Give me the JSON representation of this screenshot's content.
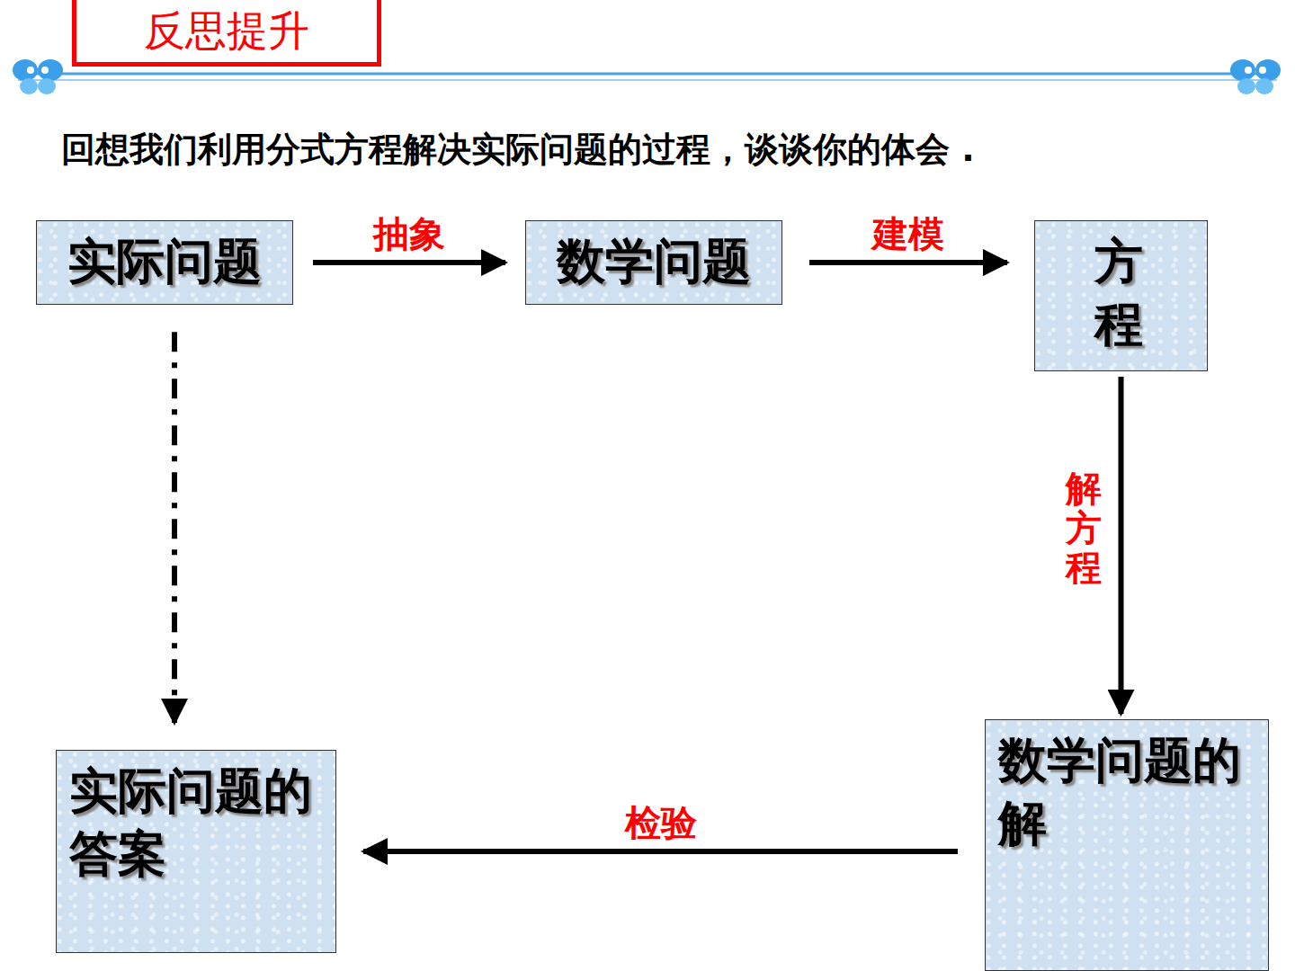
{
  "diagram": {
    "title": "反思提升",
    "nodes": [
      {
        "text": [
          "实际问题"
        ]
      },
      {
        "text": [
          "数学问题"
        ]
      },
      {
        "text": [
          "方程"
        ]
      },
      {
        "text": [
          "数学问题的解"
        ]
      },
      {
        "text": [
          "实际问题的答案"
        ]
      }
    ],
    "edges": [
      {
        "from": 0,
        "to": 1,
        "label": "抽象",
        "arrow": "to"
      },
      {
        "from": 1,
        "to": 2,
        "label": "建模",
        "arrow": "to"
      },
      {
        "from": 2,
        "to": 3,
        "label": "解方程",
        "arrow": "to"
      },
      {
        "from": 3,
        "to": 4,
        "label": "检验",
        "arrow": "to"
      },
      {
        "from": 0,
        "to": 4,
        "arrow": "to"
      }
    ],
    "labels": [
      "回想我们利用分式方程解决实际问题的过程，谈谈你的体会 ."
    ]
  }
}
